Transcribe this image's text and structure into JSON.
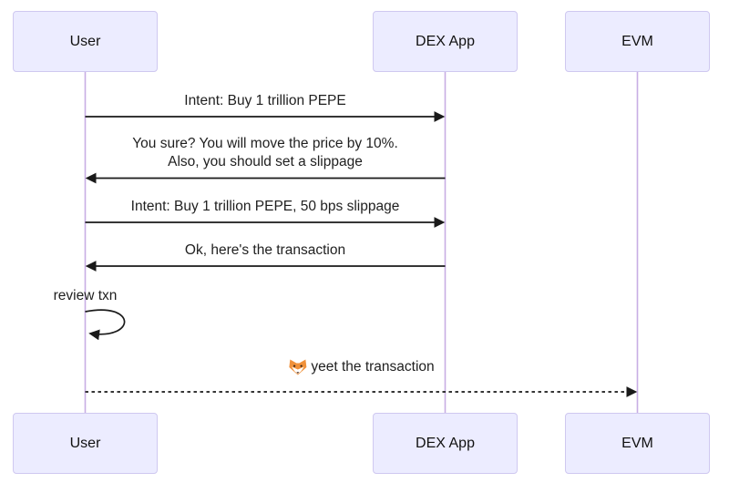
{
  "diagram": {
    "kind": "sequence-diagram"
  },
  "actors": [
    {
      "name": "User"
    },
    {
      "name": "DEX App"
    },
    {
      "name": "EVM"
    }
  ],
  "messages": [
    {
      "from": "User",
      "to": "DEX App",
      "style": "solid",
      "text": "Intent: Buy 1 trillion PEPE"
    },
    {
      "from": "DEX App",
      "to": "User",
      "style": "solid",
      "lines": [
        "You sure? You will move the price by 10%.",
        "Also, you should set a slippage"
      ]
    },
    {
      "from": "User",
      "to": "DEX App",
      "style": "solid",
      "text": "Intent: Buy 1 trillion PEPE, 50 bps slippage"
    },
    {
      "from": "DEX App",
      "to": "User",
      "style": "solid",
      "text": "Ok, here's the transaction"
    },
    {
      "from": "User",
      "to": "User",
      "style": "self-loop",
      "text": "review txn"
    },
    {
      "from": "User",
      "to": "EVM",
      "style": "dashed",
      "icon": "fox-emoji",
      "text": "yeet the transaction"
    }
  ],
  "colors": {
    "background": "#FFFFFF",
    "actor_fill": "#ECECFF",
    "actor_border": "#CFC8F0",
    "lifeline": "#C8AEE4",
    "arrow": "#1A1A1A",
    "fox_orange": "#F0913A"
  }
}
